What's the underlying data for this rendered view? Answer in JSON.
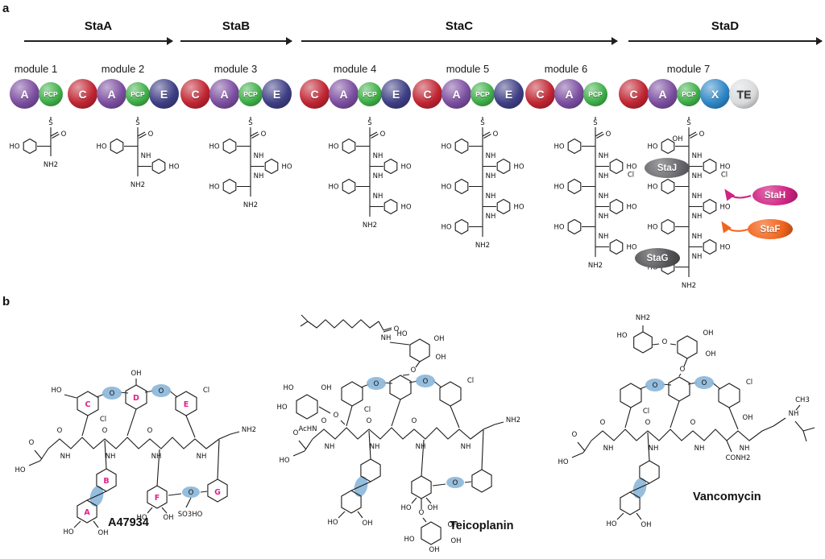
{
  "figure": {
    "panel_a_label": "a",
    "panel_b_label": "b"
  },
  "panel_a": {
    "proteins": [
      {
        "name": "StaA"
      },
      {
        "name": "StaB"
      },
      {
        "name": "StaC"
      },
      {
        "name": "StaD"
      }
    ],
    "modules": [
      {
        "label": "module 1",
        "domains": [
          "A",
          "PCP"
        ],
        "residues": 1
      },
      {
        "label": "module 2",
        "domains": [
          "C",
          "A",
          "PCP",
          "E"
        ],
        "residues": 2
      },
      {
        "label": "module 3",
        "domains": [
          "C",
          "A",
          "PCP",
          "E"
        ],
        "residues": 3
      },
      {
        "label": "module 4",
        "domains": [
          "C",
          "A",
          "PCP",
          "E"
        ],
        "residues": 4
      },
      {
        "label": "module 5",
        "domains": [
          "C",
          "A",
          "PCP",
          "E"
        ],
        "residues": 5
      },
      {
        "label": "module 6",
        "domains": [
          "C",
          "A",
          "PCP"
        ],
        "residues": 6
      },
      {
        "label": "module 7",
        "domains": [
          "C",
          "A",
          "PCP",
          "X",
          "TE"
        ],
        "residues": 7
      }
    ],
    "domain_colors": {
      "A": "#7b4ea0",
      "PCP": "#3faf49",
      "C": "#c02532",
      "E": "#3e3e85",
      "X": "#2e86c6",
      "TE": "#d9dbdd"
    },
    "tailoring_enzymes": [
      {
        "name": "StaJ",
        "color": "#6b6b6f"
      },
      {
        "name": "StaH",
        "color": "#d02383"
      },
      {
        "name": "StaF",
        "color": "#f2641c"
      },
      {
        "name": "StaG",
        "color": "#545457"
      }
    ]
  },
  "atoms": {
    "s": "S",
    "o": "O",
    "ho": "HO",
    "oh": "OH",
    "nh": "NH",
    "nh2": "NH2",
    "cl": "Cl",
    "ch3": "CH3",
    "so3ho": "SO3HO",
    "conh2": "CONH2",
    "achn": "AcHN"
  },
  "panel_b": {
    "highlight_color": "#8ab6d9",
    "compounds": [
      {
        "name": "A47934",
        "ring_labels": {
          "A": "A",
          "B": "B",
          "C": "C",
          "D": "D",
          "E": "E",
          "F": "F",
          "G": "G"
        },
        "ring_label_color": "#e0218a"
      },
      {
        "name": "Teicoplanin"
      },
      {
        "name": "Vancomycin"
      }
    ]
  }
}
